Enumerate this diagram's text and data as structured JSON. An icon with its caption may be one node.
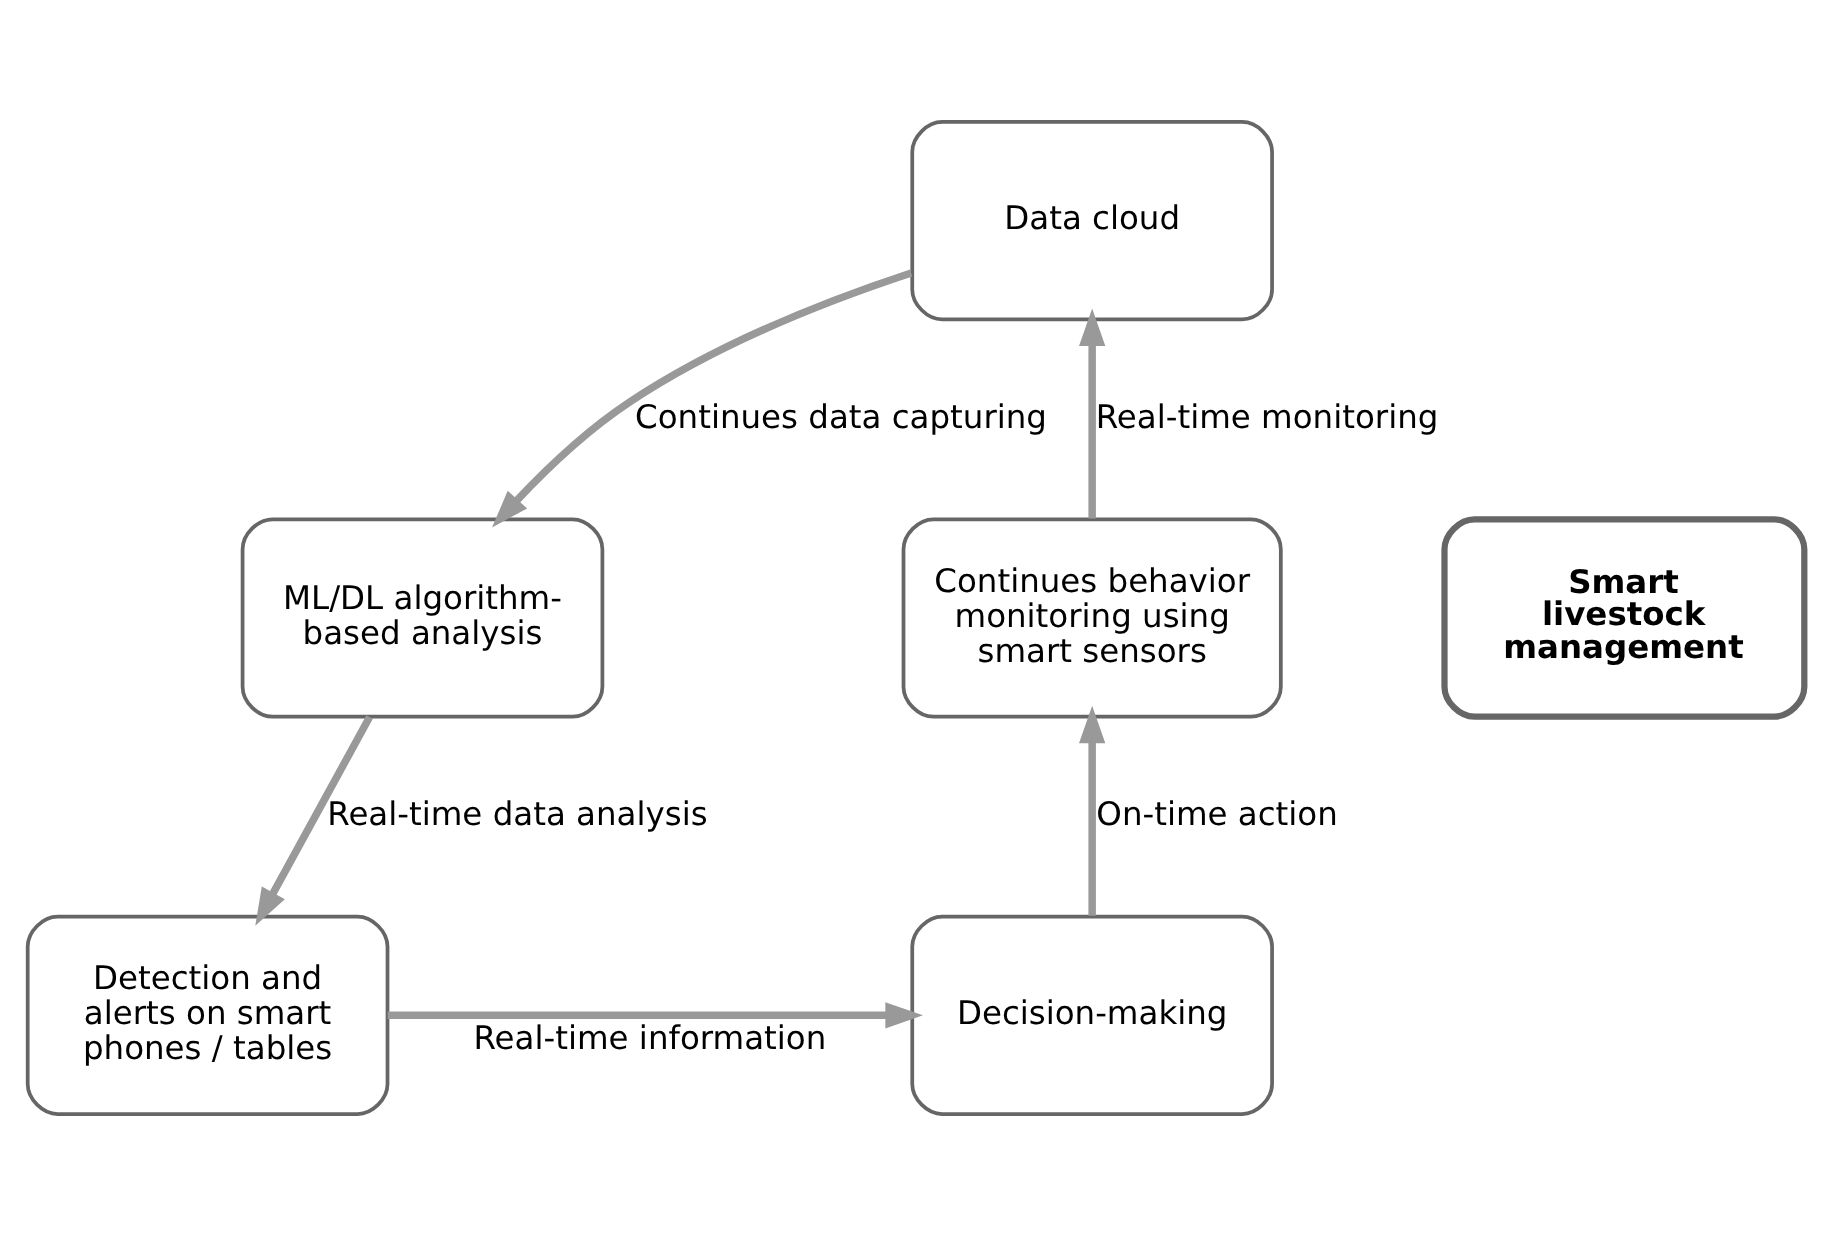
{
  "diagram": {
    "nodes": [
      {
        "text": [
          "Data cloud"
        ]
      },
      {
        "text": [
          "ML/DL algorithm-based analysis"
        ]
      },
      {
        "text": [
          "Detection and alerts on smart phones / tables"
        ]
      },
      {
        "text": [
          "Decision-making"
        ]
      },
      {
        "text": [
          "Continues behavior monitoring using smart sensors"
        ]
      },
      {
        "text": [
          "Smart livestock management"
        ]
      }
    ],
    "edges": [
      {
        "from": 0,
        "to": 1,
        "arrow": "to",
        "label": "Continues data capturing"
      },
      {
        "from": 1,
        "to": 2,
        "arrow": "to",
        "label": "Real-time data analysis"
      },
      {
        "from": 2,
        "to": 3,
        "arrow": "to",
        "label": "Real-time information"
      },
      {
        "from": 3,
        "to": 4,
        "arrow": "to",
        "label": "On-time action"
      },
      {
        "from": 4,
        "to": 0,
        "arrow": "to",
        "label": "Real-time monitoring"
      }
    ]
  }
}
